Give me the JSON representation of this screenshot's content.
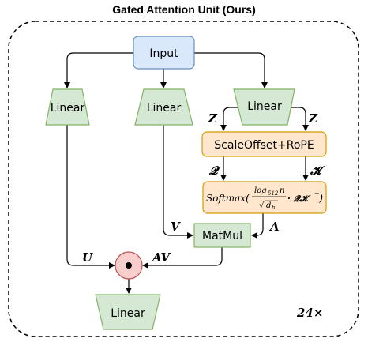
{
  "title": "Gated Attention Unit (Ours)",
  "nodes": {
    "input": "Input",
    "linear_left": "Linear",
    "linear_middle": "Linear",
    "linear_right": "Linear",
    "scale_offset": "ScaleOffset+RoPE",
    "matmul": "MatMul",
    "linear_output": "Linear"
  },
  "softmax": {
    "func": "Softmax",
    "open_paren": "(",
    "numerator": "log",
    "numerator_sub": "512",
    "numerator_var": "n",
    "denominator_sqrt": "√",
    "denominator_var": "d",
    "denominator_sub": "h",
    "product": "· 𝓠𝓚",
    "transpose": "⊤",
    "close_paren": ")"
  },
  "labels": {
    "z_left": "Z",
    "z_right": "Z",
    "q": "𝓠",
    "k": "𝓚",
    "v": "V",
    "a": "A",
    "u": "U",
    "av": "AV",
    "repeat": "24×"
  },
  "colors": {
    "input_fill": "#dae8fc",
    "input_stroke": "#6c8ebf",
    "linear_fill": "#d5e8d4",
    "linear_stroke": "#82b366",
    "orange_fill": "#ffe6cc",
    "orange_stroke": "#d79b00",
    "gate_fill": "#f8cecc",
    "gate_stroke": "#b85450"
  }
}
